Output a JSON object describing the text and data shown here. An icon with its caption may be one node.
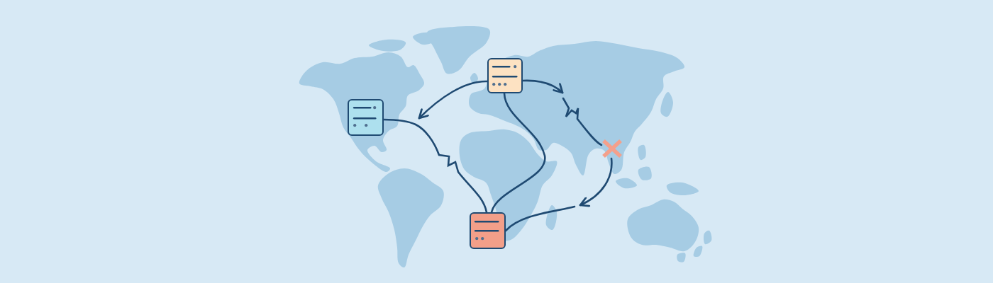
{
  "diagram": {
    "nodes": [
      {
        "text": [],
        "shape": "box"
      },
      {
        "text": [],
        "shape": "box"
      },
      {
        "text": [],
        "shape": "cross"
      },
      {
        "text": [],
        "shape": "box"
      }
    ],
    "edges": [
      {
        "from": 1,
        "to": null,
        "arrow": "to"
      },
      {
        "from": 0,
        "to": 3,
        "arrow": "none"
      },
      {
        "from": 1,
        "to": 3,
        "arrow": "none"
      },
      {
        "from": 1,
        "to": null,
        "arrow": "to"
      },
      {
        "from": null,
        "to": 2,
        "arrow": "none"
      },
      {
        "from": 2,
        "to": null,
        "arrow": "to"
      },
      {
        "from": null,
        "to": 3,
        "arrow": "none"
      }
    ]
  }
}
